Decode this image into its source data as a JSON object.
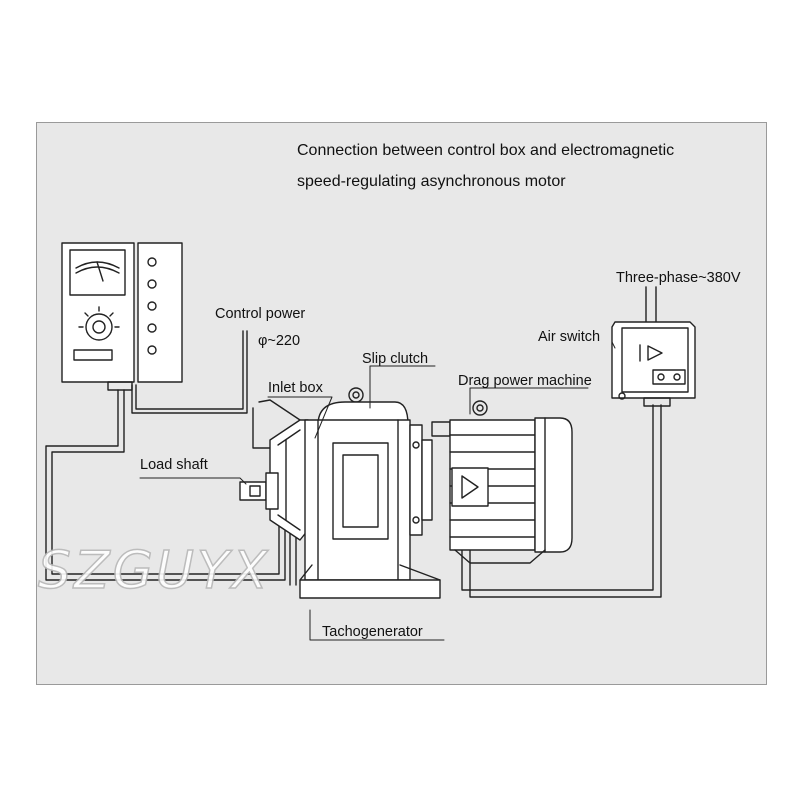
{
  "title": {
    "line1": "Connection between control box and electromagnetic",
    "line2": "speed-regulating asynchronous motor"
  },
  "labels": {
    "three_phase": "Three-phase~380V",
    "air_switch": "Air switch",
    "control_power": "Control power",
    "control_voltage": "φ~220",
    "slip_clutch": "Slip clutch",
    "drag_power_machine": "Drag power machine",
    "inlet_box": "Inlet box",
    "load_shaft": "Load shaft",
    "tachogenerator": "Tachogenerator"
  },
  "watermark": "SZGUYX",
  "colors": {
    "background": "#e8e8e8",
    "line": "#222222",
    "frame": "#9a9a9a"
  }
}
